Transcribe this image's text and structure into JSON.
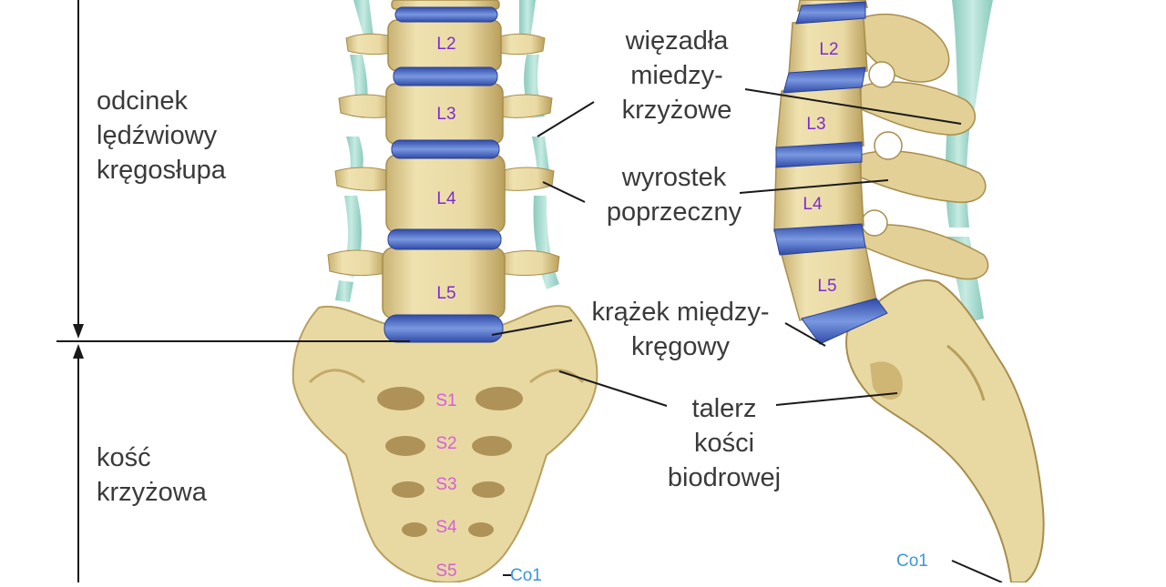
{
  "diagram": {
    "regions": {
      "lumbar": [
        "odcinek",
        "lędźwiowy",
        "kręgosłupa"
      ],
      "sacrum": [
        "kość",
        "krzyżowa"
      ]
    },
    "callouts": {
      "ligaments": [
        "więzadła",
        "miedzy-",
        "krzyżowe"
      ],
      "transverse_process": [
        "wyrostek",
        "poprzeczny"
      ],
      "disc": [
        "krążek między-",
        "kręgowy"
      ],
      "iliac": [
        "talerz",
        "kości",
        "biodrowej"
      ]
    },
    "front_vertebrae": [
      "L2",
      "L3",
      "L4",
      "L5"
    ],
    "front_sacral": [
      "S1",
      "S2",
      "S3",
      "S4",
      "S5"
    ],
    "front_coccyx": "Co1",
    "side_vertebrae": [
      "L2",
      "L3",
      "L4",
      "L5"
    ],
    "side_coccyx": "Co1",
    "colors": {
      "bone": "#e8d9a3",
      "bone_shadow": "#b99f5c",
      "disc": "#4a67c2",
      "ligament": "#a9d9cf",
      "lumbar_label": "#7d2bd0",
      "sacral_label": "#d45fd9",
      "coccyx_label": "#3a97d6",
      "text": "#3a3a3a"
    }
  }
}
